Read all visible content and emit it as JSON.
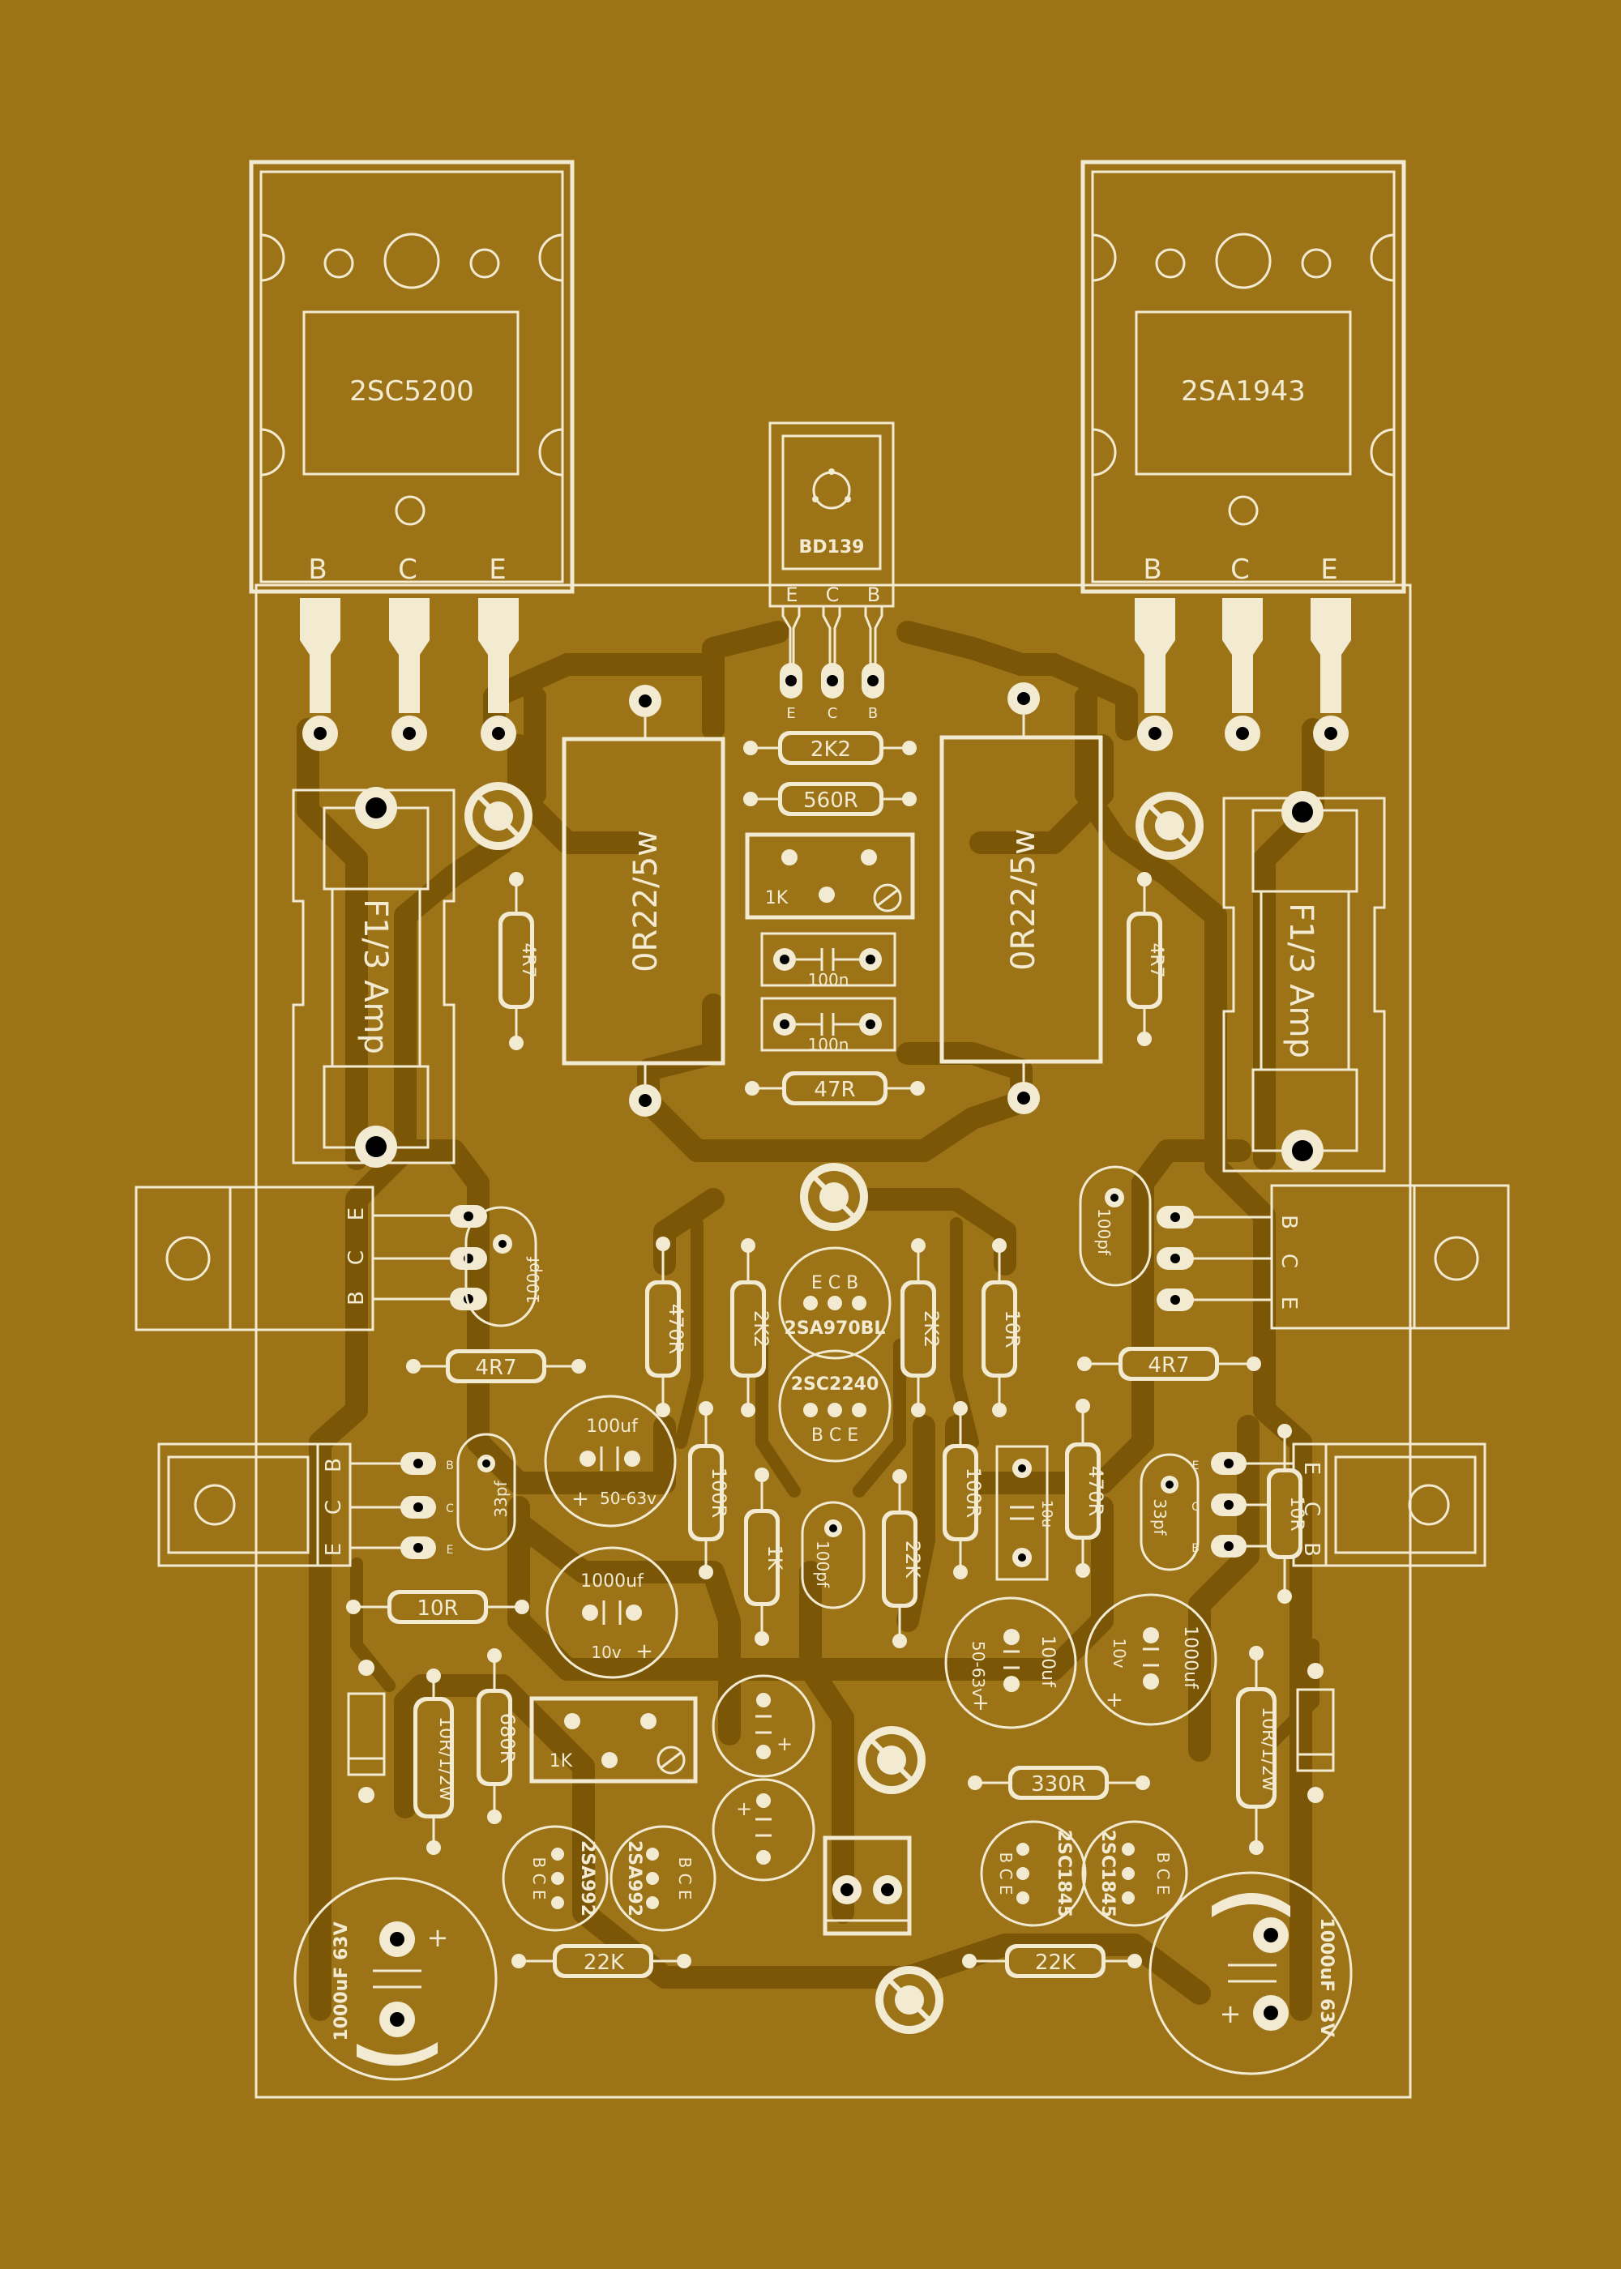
{
  "labels": {
    "q_left_power": "2SC5200",
    "q_right_power": "2SA1943",
    "q_bias": "BD139",
    "pin_b": "B",
    "pin_c": "C",
    "pin_e": "E",
    "pin_e_small": "E",
    "pin_c_small": "C",
    "pin_b_small": "B",
    "r_emitter_left": "0R22/5w",
    "r_emitter_right": "0R22/5w",
    "fuse_left": "F1/3 Amp",
    "fuse_right": "F1/3 Amp",
    "r_2k2_top": "2K2",
    "r_560r": "560R",
    "pot_1k_top": "1K",
    "cap_100n_a": "100n",
    "cap_100n_b": "100n",
    "r_47r": "47R",
    "r_4r7_top_left": "4R7",
    "r_4r7_top_right": "4R7",
    "r_4r7_mid_left": "4R7",
    "r_4r7_mid_right": "4R7",
    "cap_100pf_left": "100pf",
    "cap_100pf_right": "100pf",
    "cap_100pf_center": "100pf",
    "cap_33pf_left": "33pf",
    "cap_33pf_right": "33pf",
    "r_470r_left": "470R",
    "r_470r_right": "470R",
    "r_2k2_mid_left": "2K2",
    "r_2k2_mid_right": "2K2",
    "r_10r_mid": "10R",
    "q_2sa970bl": "2SA970BL",
    "q_2sc2240": "2SC2240",
    "pins_ecb": "E  C  B",
    "pins_bce": "B  C  E",
    "r_100r_left": "100R",
    "r_100r_right": "100R",
    "r_1k_mid": "1K",
    "r_22k_mid": "22K",
    "cap_10u": "10u",
    "cap_100uf_left_val": "100uf",
    "cap_100uf_left_v": "50-63v",
    "cap_100uf_right_val": "100uf",
    "cap_100uf_right_v": "50-63v",
    "cap_1000uf_left_val": "1000uf",
    "cap_1000uf_left_v": "10v",
    "cap_1000uf_right_val": "1000uf",
    "cap_1000uf_right_v": "10v",
    "r_10r_left": "10R",
    "r_10r_right": "10R",
    "r_10r2w_left": "10R/1/2w",
    "r_10r2w_right": "10R/1/2w",
    "r_680r": "680R",
    "pot_1k_bottom": "1K",
    "r_330r": "330R",
    "q_2sa992_a": "2SA992",
    "q_2sa992_b": "2SA992",
    "q_2sc1845_a": "2SC1845",
    "q_2sc1845_b": "2SC1845",
    "r_22k_left": "22K",
    "r_22k_right": "22K",
    "cap_main_left": "1000uF 63V",
    "cap_main_right": "1000uF 63V",
    "plus": "+"
  }
}
